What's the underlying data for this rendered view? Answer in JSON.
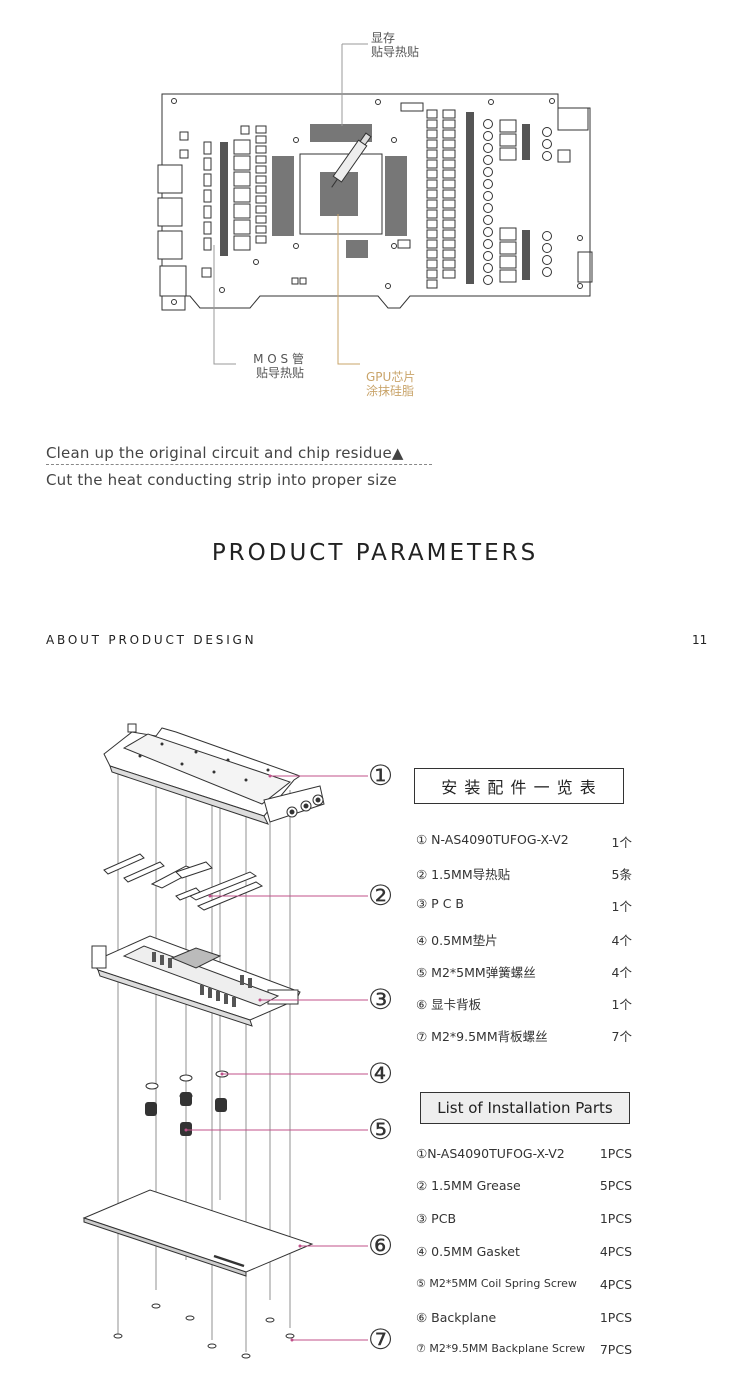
{
  "diagram_top": {
    "label_vram": [
      "显存",
      "贴导热贴"
    ],
    "label_mos": [
      "M O S 管",
      "贴导热贴"
    ],
    "label_gpu": [
      "GPU芯片",
      "涂抹硅脂"
    ]
  },
  "captions": {
    "line1": "Clean up the original circuit and chip residue▲",
    "line2": "Cut the heat conducting strip into proper size"
  },
  "section": {
    "title": "PRODUCT PARAMETERS",
    "subtitle": "ABOUT PRODUCT DESIGN",
    "page_number": "11"
  },
  "callouts": [
    "①",
    "②",
    "③",
    "④",
    "⑤",
    "⑥",
    "⑦"
  ],
  "parts_cn": {
    "heading": "安 装 配 件 一 览 表",
    "items": [
      {
        "name": "① N-AS4090TUFOG-X-V2",
        "qty": "1个"
      },
      {
        "name": "② 1.5MM导热贴",
        "qty": "5条"
      },
      {
        "name": "③  P C B",
        "qty": "1个"
      },
      {
        "name": "④  0.5MM垫片",
        "qty": "4个"
      },
      {
        "name": "⑤ M2*5MM弹簧螺丝",
        "qty": "4个"
      },
      {
        "name": "⑥  显卡背板",
        "qty": "1个"
      },
      {
        "name": "⑦ M2*9.5MM背板螺丝",
        "qty": "7个"
      }
    ]
  },
  "parts_en": {
    "heading": "List of Installation Parts",
    "items": [
      {
        "name": "①N-AS4090TUFOG-X-V2",
        "qty": "1PCS"
      },
      {
        "name": "② 1.5MM Grease",
        "qty": "5PCS"
      },
      {
        "name": "③ PCB",
        "qty": "1PCS"
      },
      {
        "name": "④ 0.5MM  Gasket",
        "qty": "4PCS"
      },
      {
        "name": "⑤ M2*5MM Coil Spring Screw",
        "qty": "4PCS"
      },
      {
        "name": "⑥ Backplane",
        "qty": "1PCS"
      },
      {
        "name": "⑦ M2*9.5MM Backplane Screw",
        "qty": "7PCS"
      }
    ]
  },
  "colors": {
    "accent_pink": "#c0508a",
    "accent_gold": "#c9a46a",
    "line_gray": "#999999"
  }
}
